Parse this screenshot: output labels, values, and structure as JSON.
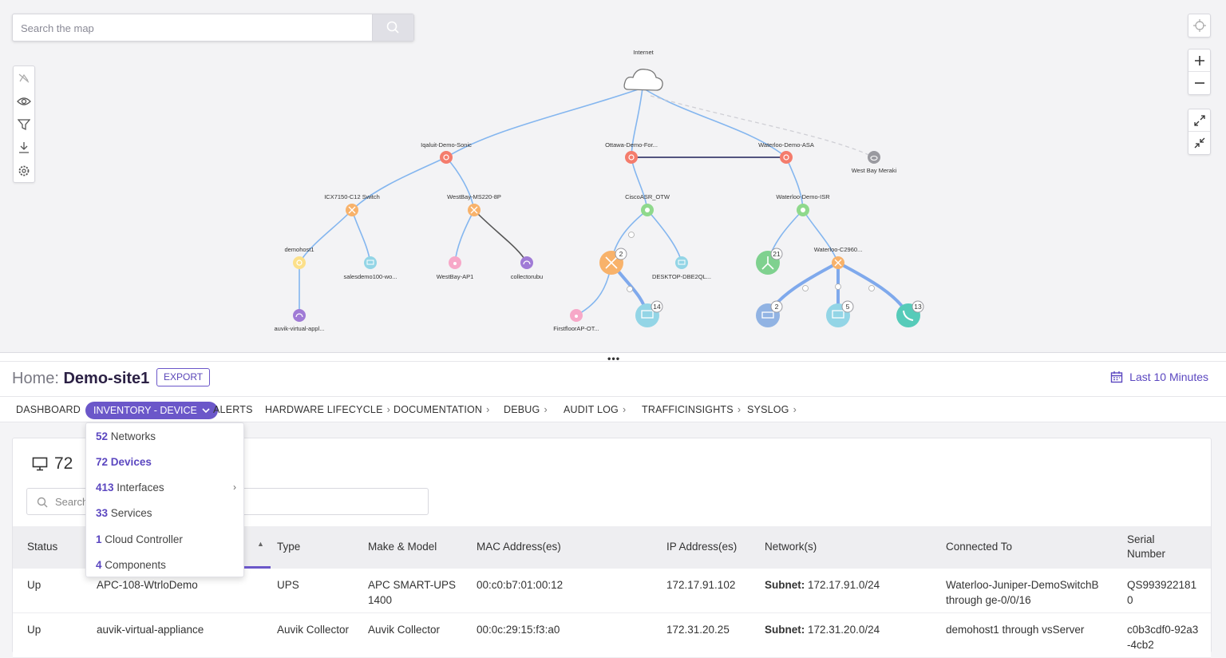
{
  "map": {
    "search_placeholder": "Search the map",
    "toolbar_icons": [
      "topology-icon",
      "eye-icon",
      "filter-icon",
      "download-icon",
      "gear-icon"
    ],
    "nodes": {
      "internet": "Internet",
      "iqaluit": "Iqaluit-Demo-Sonic",
      "ottawa": "Ottawa-Demo-For...",
      "waterloo_asa": "Waterloo-Demo-ASA",
      "westbay_meraki": "West Bay Meraki",
      "icx": "ICX7150-C12 Switch",
      "westbay_ms": "WestBay-MS220-8P",
      "ciscoasr": "CiscoASR_OTW",
      "waterloo_isr": "Waterloo-Demo-ISR",
      "demohost1": "demohost1",
      "salesdemo": "salesdemo100-wo...",
      "westbay_ap1": "WestBay-AP1",
      "collectorubu": "collectorubu",
      "desktop": "DESKTOP-DBE2QL...",
      "waterloo_c2960": "Waterloo-C2960...",
      "auvik_virtual": "auvik-virtual-appl...",
      "firstfloor": "FirstfloorAP-OT..."
    },
    "badges": {
      "switch_group": "2",
      "monitor_group": "14",
      "green_group": "21",
      "printer_group": "2",
      "screen_group": "5",
      "phone_group": "13"
    }
  },
  "header": {
    "home_prefix": "Home:",
    "site": "Demo-site1",
    "export_label": "EXPORT",
    "time_range": "Last 10 Minutes"
  },
  "nav": {
    "dashboard": "DASHBOARD",
    "inventory": "INVENTORY - DEVICE",
    "alerts": "ALERTS",
    "hardware": "HARDWARE LIFECYCLE",
    "documentation": "DOCUMENTATION",
    "debug": "DEBUG",
    "audit": "AUDIT LOG",
    "traffic": "TRAFFICINSIGHTS",
    "syslog": "SYSLOG"
  },
  "dropdown": [
    {
      "count": "52",
      "label": "Networks"
    },
    {
      "count": "72",
      "label": "Devices"
    },
    {
      "count": "413",
      "label": "Interfaces"
    },
    {
      "count": "33",
      "label": "Services"
    },
    {
      "count": "1",
      "label": "Cloud Controller"
    },
    {
      "count": "4",
      "label": "Components"
    }
  ],
  "panel": {
    "device_count": "72",
    "search_placeholder": "Search"
  },
  "table": {
    "headers": {
      "status": "Status",
      "type": "Type",
      "make": "Make & Model",
      "mac": "MAC Address(es)",
      "ip": "IP Address(es)",
      "network": "Network(s)",
      "connected": "Connected To",
      "serial": "Serial Number"
    },
    "rows": [
      {
        "status": "Up",
        "name": "APC-108-WtrloDemo",
        "type": "UPS",
        "make": "APC SMART-UPS 1400",
        "mac": "00:c0:b7:01:00:12",
        "ip": "172.17.91.102",
        "net_label": "Subnet:",
        "net": "172.17.91.0/24",
        "connected": "Waterloo-Juniper-DemoSwitchB through ge-0/0/16",
        "serial": "QS993922181 0"
      },
      {
        "status": "Up",
        "name": "auvik-virtual-appliance",
        "type": "Auvik Collector",
        "make": "Auvik Collector",
        "mac": "00:0c:29:15:f3:a0",
        "ip": "172.31.20.25",
        "net_label": "Subnet:",
        "net": "172.31.20.0/24",
        "connected": "demohost1 through vsServer",
        "serial": "c0b3cdf0-92a3-4cb2"
      }
    ]
  },
  "colors": {
    "accent": "#6b57c9",
    "link": "#82b4ee",
    "firewall": "#f47c6c",
    "switch": "#f8b26a",
    "router": "#8fd98c",
    "monitor": "#93d5e6",
    "ap": "#f7a8c8",
    "collector": "#a07bd6"
  }
}
